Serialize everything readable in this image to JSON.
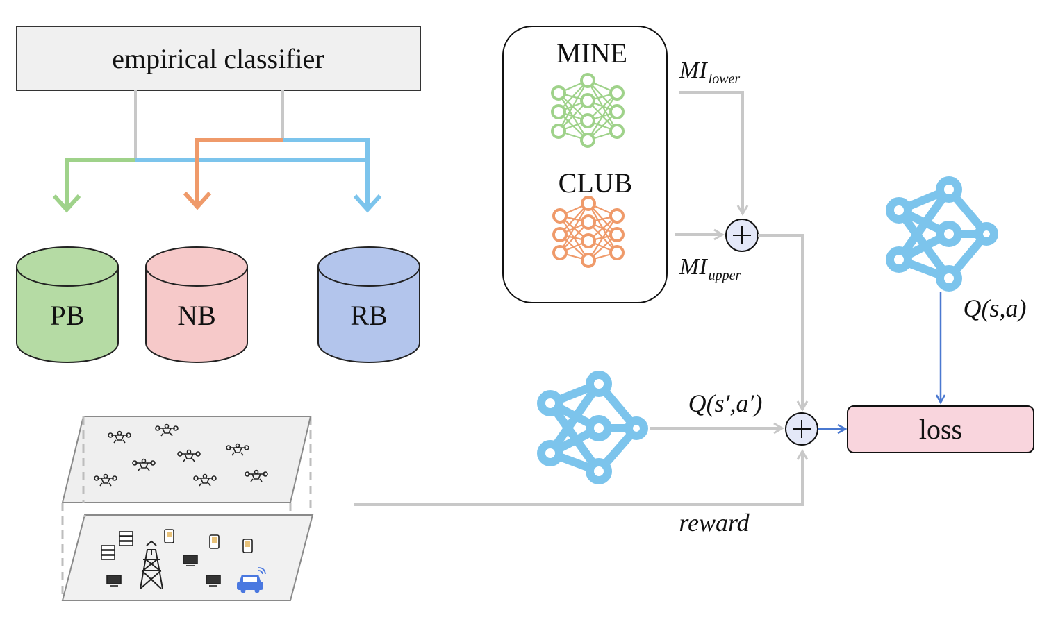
{
  "classifier": {
    "label": "empirical classifier"
  },
  "buffers": [
    {
      "label": "PB",
      "color": "#b5dba4"
    },
    {
      "label": "NB",
      "color": "#f6c9c9"
    },
    {
      "label": "RB",
      "color": "#b3c5ec"
    }
  ],
  "estimators": {
    "mine_label": "MINE",
    "club_label": "CLUB",
    "mi_lower_main": "MI",
    "mi_lower_sub": "lower",
    "mi_upper_main": "MI",
    "mi_upper_sub": "upper"
  },
  "q_next_label": "Q(s′,a′)",
  "q_label": "Q(s,a)",
  "loss_label": "loss",
  "reward_label": "reward",
  "colors": {
    "green": "#9fd28a",
    "orange": "#ef9a6a",
    "blue": "#7cc4ec",
    "gray": "#c8c8c8",
    "loss_fill": "#f9d5dd",
    "arrow_blue": "#4a78d0",
    "car": "#4a78e0"
  }
}
